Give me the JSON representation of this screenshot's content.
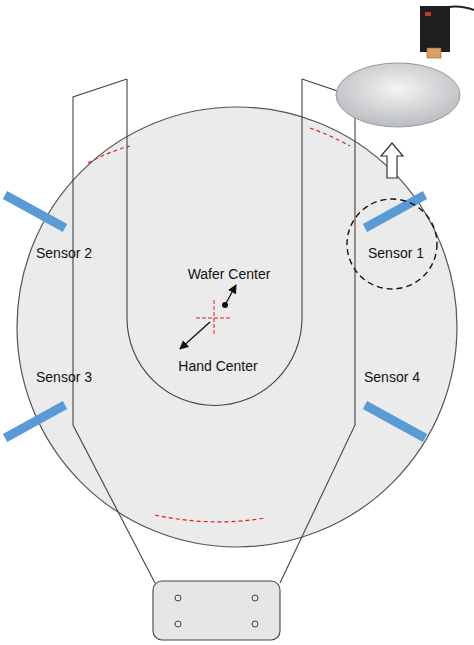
{
  "diagram": {
    "labels": [
      "Sensor 2",
      "Sensor 1",
      "Wafer Center",
      "Hand Center",
      "Sensor 3",
      "Sensor 4"
    ]
  }
}
